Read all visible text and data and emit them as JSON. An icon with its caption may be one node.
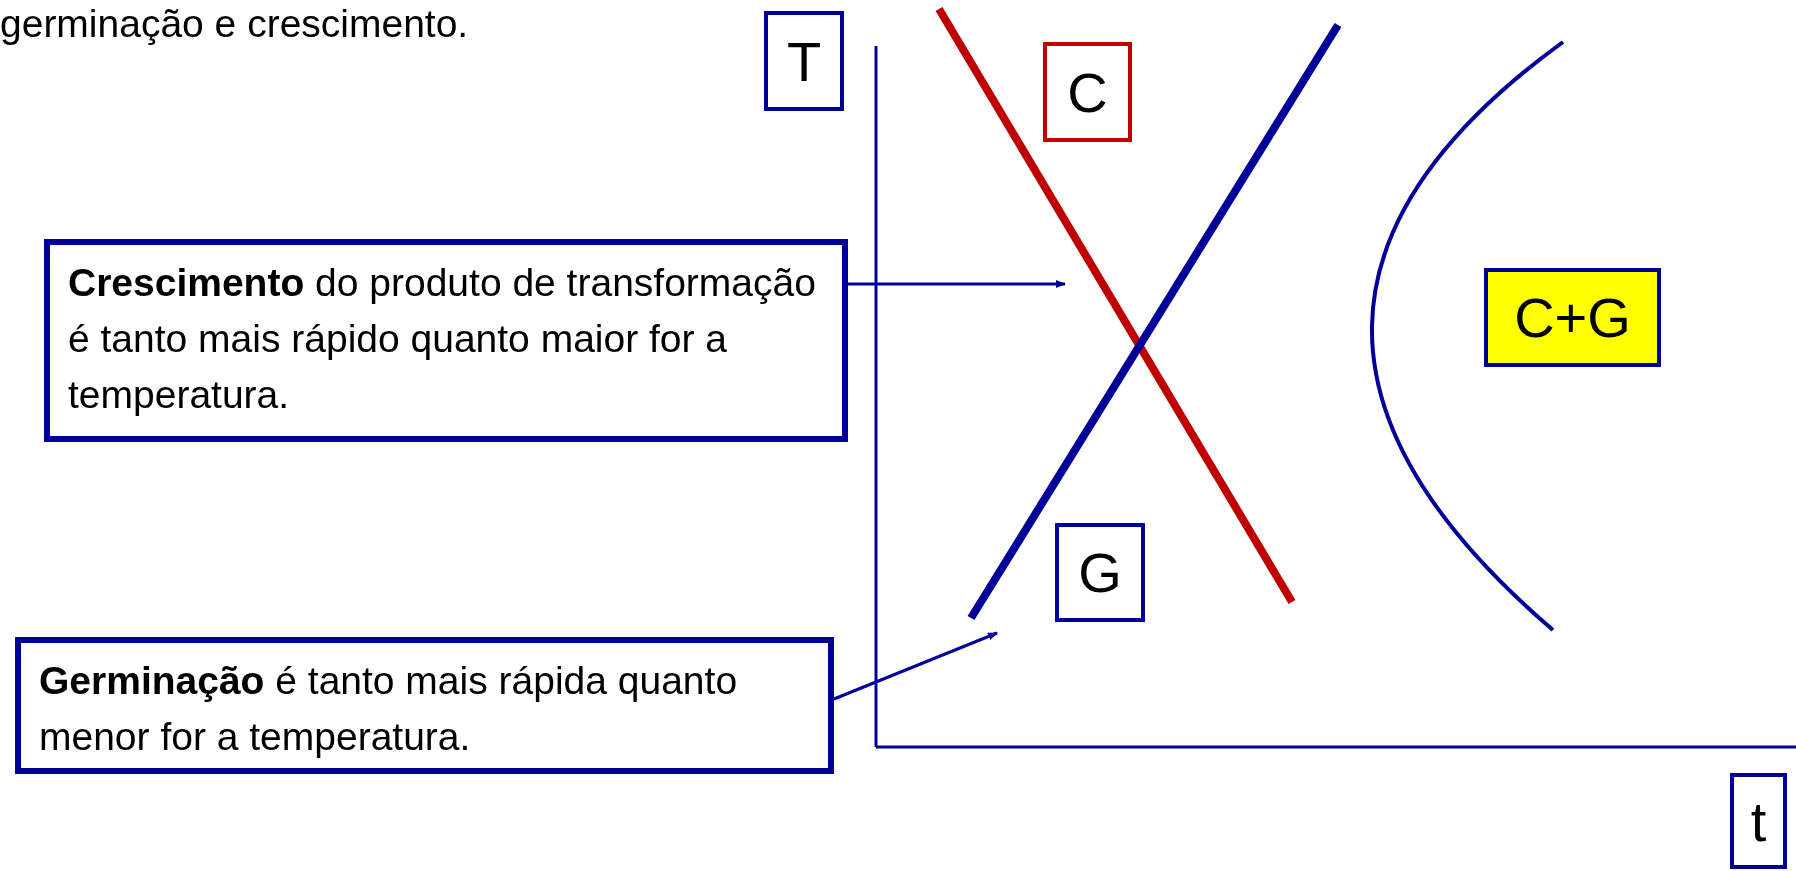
{
  "diagram": {
    "nodes": [
      {
        "text": [
          "T"
        ]
      },
      {
        "text": [
          "C"
        ]
      },
      {
        "text": [
          "**Crescimento** do produto de transformação é tanto mais rápido quanto maior for a temperatura."
        ]
      },
      {
        "text": [
          "C+G"
        ]
      },
      {
        "text": [
          "G"
        ]
      },
      {
        "text": [
          "**Germinação** é tanto mais rápida quanto menor for a temperatura."
        ]
      },
      {
        "text": [
          "t"
        ]
      }
    ],
    "edges": [
      {
        "from": 2,
        "to": null,
        "arrow": "to"
      },
      {
        "from": 5,
        "to": null,
        "arrow": "to"
      }
    ],
    "labels": [
      "germinação e crescimento."
    ]
  }
}
